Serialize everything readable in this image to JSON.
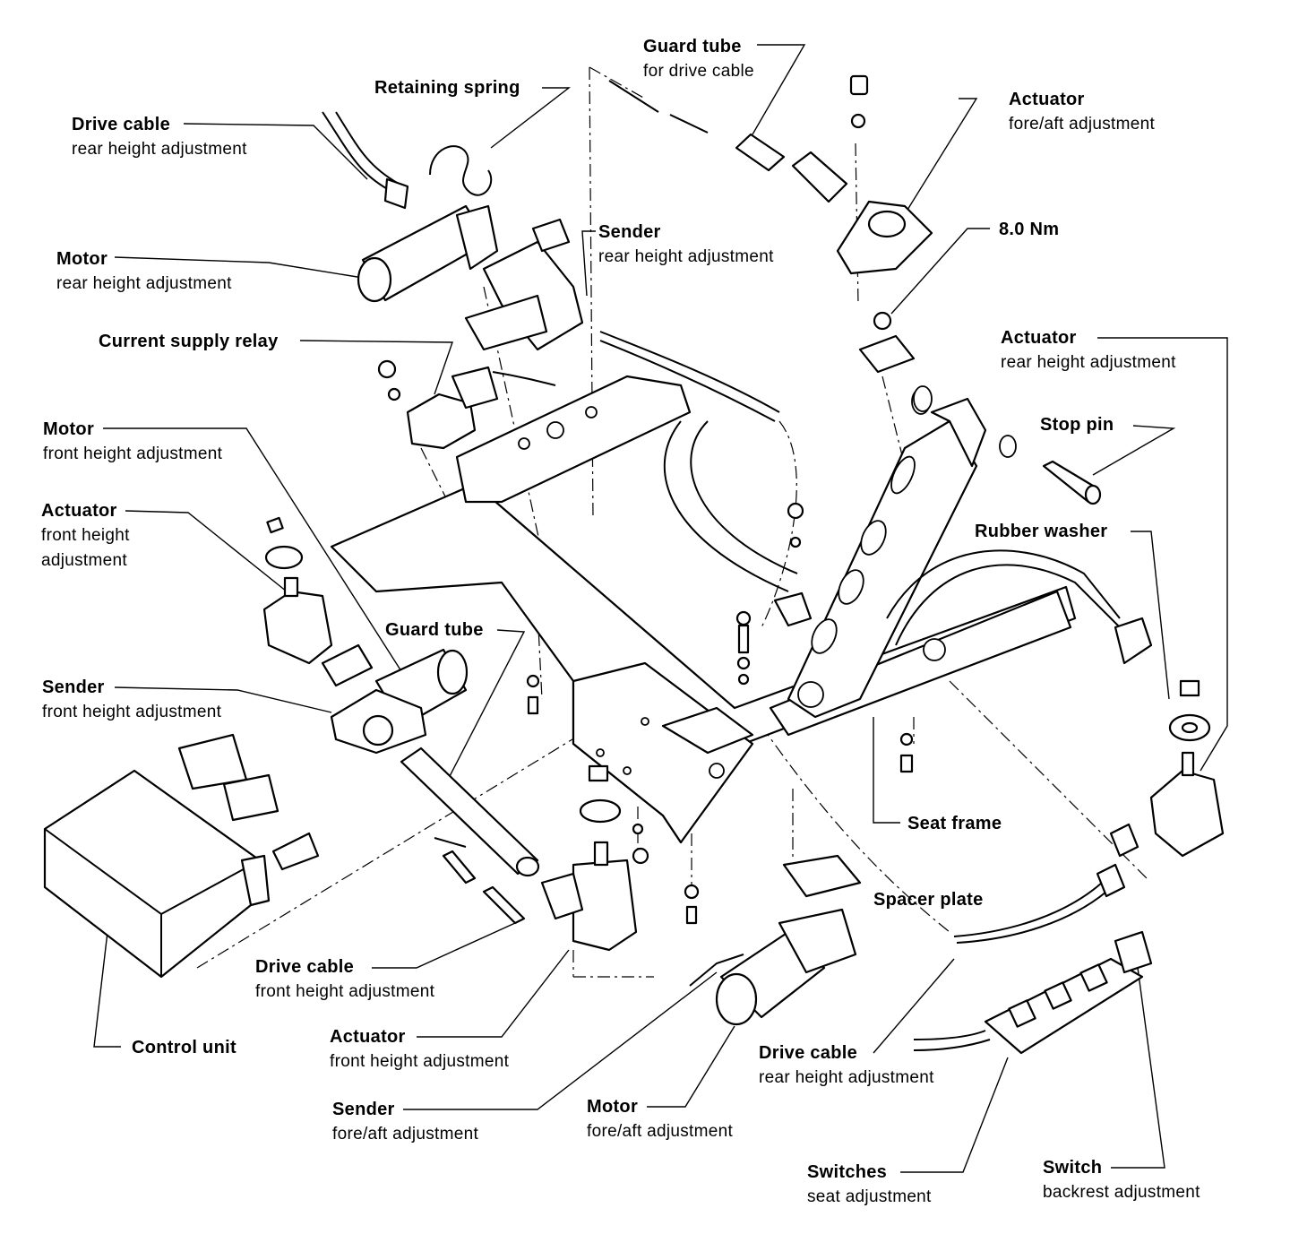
{
  "labels": {
    "retaining_spring": {
      "title": "Retaining spring"
    },
    "guard_tube_top": {
      "title": "Guard tube",
      "sub": "for drive cable"
    },
    "actuator_foreaft": {
      "title": "Actuator",
      "sub": "fore/aft adjustment"
    },
    "drive_cable_rear_top": {
      "title": "Drive cable",
      "sub": "rear height adjustment"
    },
    "motor_rear": {
      "title": "Motor",
      "sub": "rear height adjustment"
    },
    "sender_rear": {
      "title": "Sender",
      "sub": "rear height adjustment"
    },
    "torque": {
      "title": "8.0 Nm"
    },
    "current_relay": {
      "title": "Current supply relay"
    },
    "actuator_rear": {
      "title": "Actuator",
      "sub": "rear height adjustment"
    },
    "motor_front": {
      "title": "Motor",
      "sub": "front height adjustment"
    },
    "stop_pin": {
      "title": "Stop pin"
    },
    "actuator_front_left": {
      "title": "Actuator",
      "sub1": "front height",
      "sub2": "adjustment"
    },
    "rubber_washer": {
      "title": "Rubber washer"
    },
    "guard_tube_mid": {
      "title": "Guard tube"
    },
    "sender_front": {
      "title": "Sender",
      "sub": "front height adjustment"
    },
    "seat_frame": {
      "title": "Seat frame"
    },
    "spacer_plate": {
      "title": "Spacer plate"
    },
    "drive_cable_front": {
      "title": "Drive cable",
      "sub": "front height adjustment"
    },
    "control_unit": {
      "title": "Control unit"
    },
    "actuator_front_bottom": {
      "title": "Actuator",
      "sub": "front height adjustment"
    },
    "drive_cable_rear_bottom": {
      "title": "Drive cable",
      "sub": "rear height adjustment"
    },
    "sender_foreaft": {
      "title": "Sender",
      "sub": "fore/aft adjustment"
    },
    "motor_foreaft": {
      "title": "Motor",
      "sub": "fore/aft adjustment"
    },
    "switches_seat": {
      "title": "Switches",
      "sub": "seat adjustment"
    },
    "switch_backrest": {
      "title": "Switch",
      "sub": "backrest adjustment"
    }
  }
}
